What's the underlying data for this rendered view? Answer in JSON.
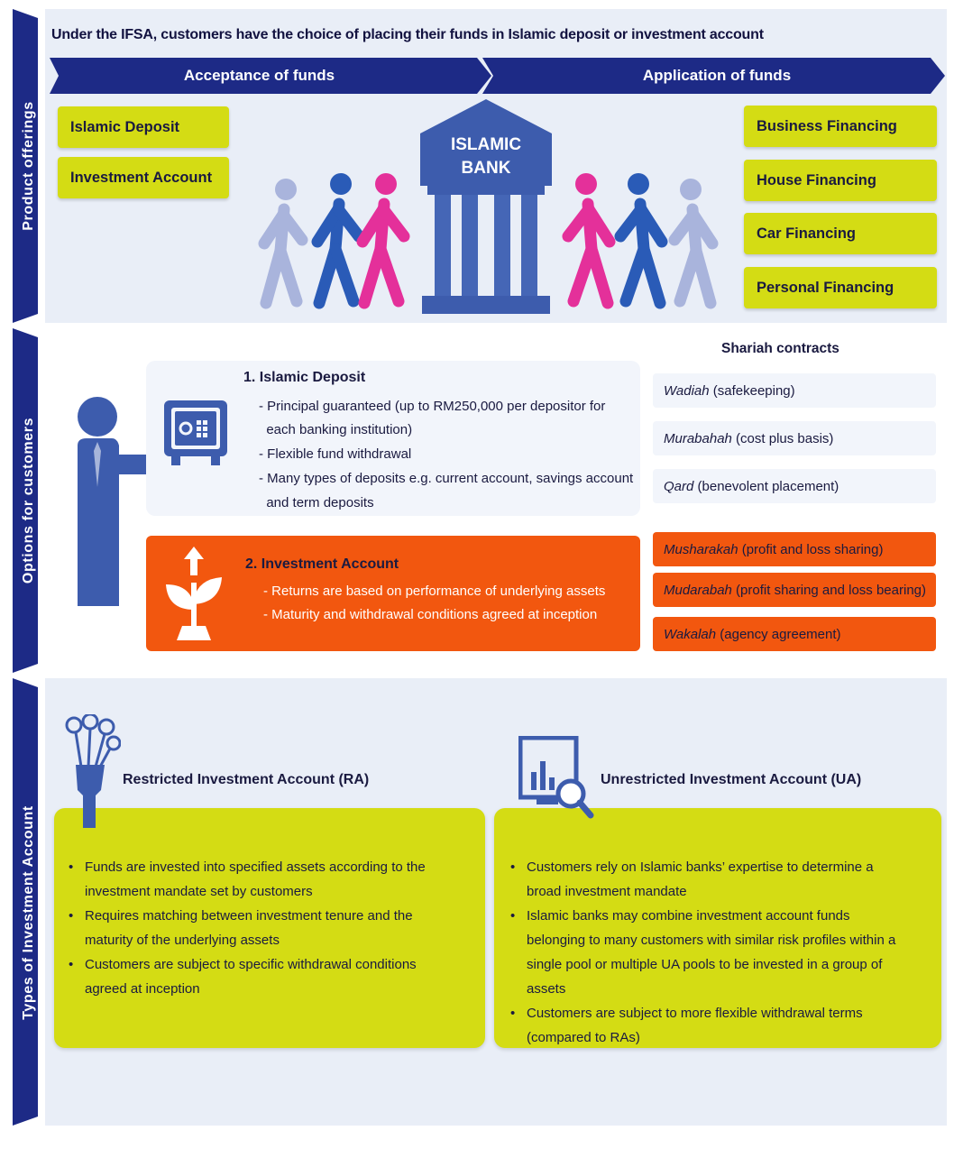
{
  "intro": "Under the IFSA, customers have the choice of placing their funds in Islamic deposit or investment account",
  "sections": {
    "product_offerings": "Product offerings",
    "options": "Options for customers",
    "types": "Types of Investment Account"
  },
  "arrows": {
    "acceptance": "Acceptance of funds",
    "application": "Application of funds"
  },
  "acceptance_items": [
    "Islamic Deposit",
    "Investment Account"
  ],
  "application_items": [
    "Business Financing",
    "House Financing",
    "Car Financing",
    "Personal Financing"
  ],
  "bank": {
    "line1": "ISLAMIC",
    "line2": "BANK"
  },
  "deposit": {
    "title": "1.  Islamic Deposit",
    "lines": [
      "- Principal guaranteed (up to RM250,000 per depositor for",
      "  each banking institution)",
      "- Flexible fund withdrawal",
      "- Many types of deposits e.g. current account, savings account",
      "  and term deposits"
    ]
  },
  "investment": {
    "title": "2.  Investment Account",
    "lines": [
      "- Returns are based on performance of underlying assets",
      "- Maturity and withdrawal conditions agreed at inception"
    ]
  },
  "contracts": {
    "heading": "Shariah contracts",
    "deposit": [
      {
        "name": "Wadiah",
        "desc": " (safekeeping)"
      },
      {
        "name": "Murabahah",
        "desc": " (cost plus basis)"
      },
      {
        "name": "Qard",
        "desc": " (benevolent placement)"
      }
    ],
    "investment": [
      {
        "name": "Musharakah",
        "desc": " (profit and loss sharing)"
      },
      {
        "name": "Mudarabah",
        "desc": " (profit sharing and loss bearing)"
      },
      {
        "name": "Wakalah",
        "desc": " (agency agreement)"
      }
    ]
  },
  "restricted": {
    "title": "Restricted Investment Account (RA)",
    "bullets": [
      "Funds are invested into specified assets according to the investment mandate set by customers",
      "Requires matching between investment tenure and the maturity of the underlying assets",
      "Customers are subject to specific withdrawal conditions agreed at inception"
    ]
  },
  "unrestricted": {
    "title": "Unrestricted Investment Account (UA)",
    "bullets": [
      "Customers rely on Islamic banks’ expertise to determine a broad investment mandate",
      "Islamic banks may combine investment account funds belonging to many customers with similar risk profiles within a single pool or multiple UA pools to be invested in a group of assets",
      "Customers are subject to more flexible withdrawal terms (compared to RAs)"
    ]
  },
  "colors": {
    "navy": "#1d2a86",
    "lime": "#d4dc14",
    "orange": "#f2570f",
    "panel": "#e9eef7",
    "figure_light": "#a9b4dc",
    "figure_blue": "#2a5bb7",
    "figure_pink": "#e4309a"
  },
  "icons": [
    "person-walking-icon",
    "bank-building-icon",
    "safe-icon",
    "plant-growth-icon",
    "businessman-icon",
    "hand-icon",
    "chart-magnifier-icon"
  ]
}
